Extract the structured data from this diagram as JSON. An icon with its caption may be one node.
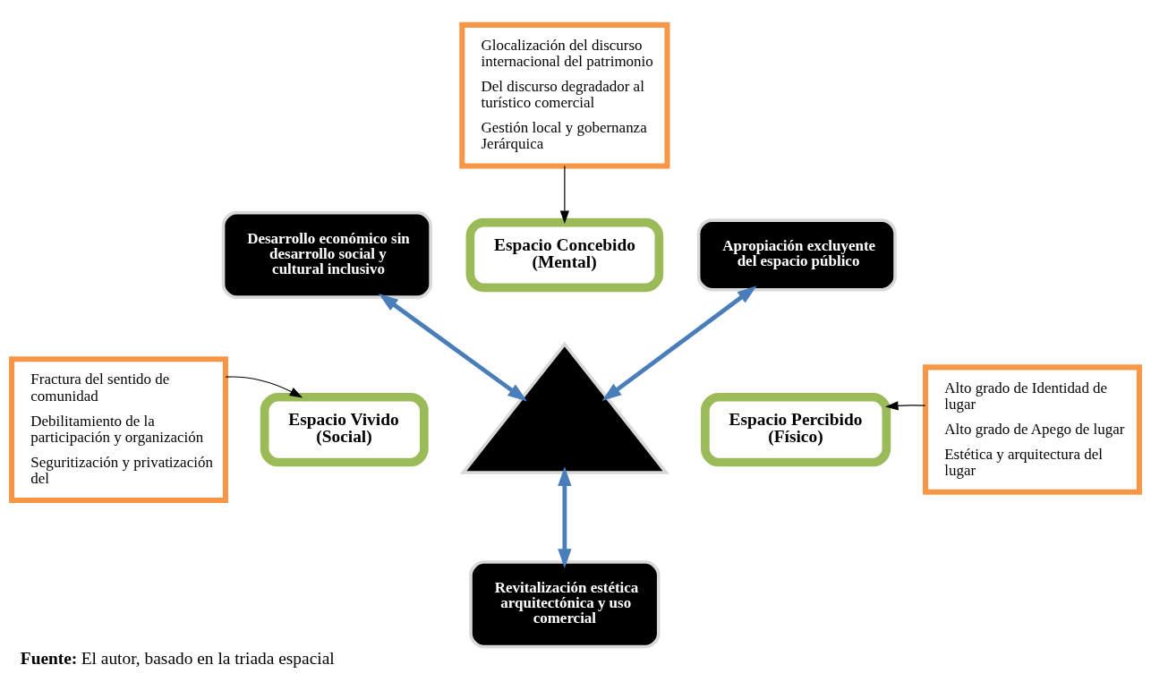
{
  "diagram": {
    "caption": "**Fuente:** El autor, basado en la triada espacial",
    "nodes": [
      {
        "text": [
          "Glocalización del discurso internacional del patrimonio",
          "Del discurso degradador al turístico comercial",
          "Gestión local y gobernanza Jerárquica"
        ]
      },
      {
        "text": [
          "Espacio Concebido (Mental)"
        ]
      },
      {
        "text": [
          "Desarrollo económico sin desarrollo social y cultural inclusivo"
        ]
      },
      {
        "text": [
          "Apropiación excluyente del espacio público"
        ]
      },
      {
        "text": [
          "Fractura del sentido de comunidad",
          "Debilitamiento de la participación y organización",
          "Seguritización y privatización del"
        ]
      },
      {
        "text": [
          "Espacio Vivido (Social)"
        ]
      },
      {
        "text": [],
        "shape": "triangle"
      },
      {
        "text": [
          "Espacio Percibido (Físico)"
        ]
      },
      {
        "text": [
          "Alto grado de Identidad de lugar",
          "Alto grado de Apego de lugar",
          "Estética y arquitectura del lugar"
        ]
      },
      {
        "text": [
          "Revitalización estética arquitectónica y uso comercial"
        ]
      }
    ],
    "edges": [
      {
        "from": 0,
        "to": 1,
        "arrow": "to"
      },
      {
        "from": 4,
        "to": 5,
        "arrow": "to"
      },
      {
        "from": 8,
        "to": 7,
        "arrow": "to"
      },
      {
        "from": 2,
        "to": 6,
        "arrow": "both",
        "style": "thick",
        "color": "#4a7ebb"
      },
      {
        "from": 3,
        "to": 6,
        "arrow": "both",
        "style": "thick",
        "color": "#4a7ebb"
      },
      {
        "from": 6,
        "to": 9,
        "arrow": "both",
        "style": "thick",
        "color": "#4a7ebb"
      }
    ]
  }
}
